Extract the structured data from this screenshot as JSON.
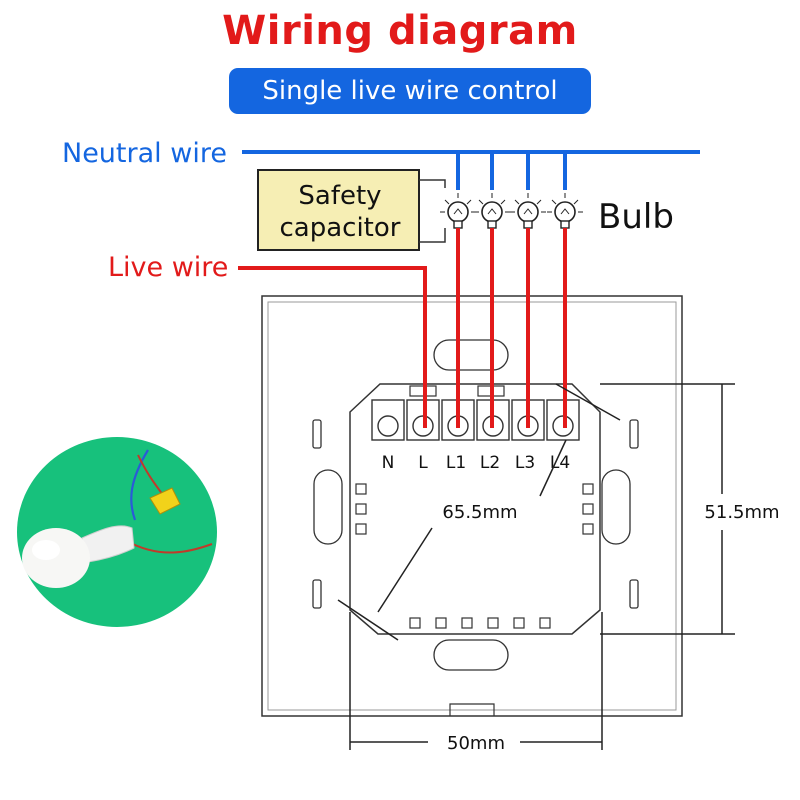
{
  "title": "Wiring diagram",
  "subtitle": "Single live wire control",
  "labels": {
    "neutral_wire": "Neutral wire",
    "live_wire": "Live wire",
    "safety_capacitor_line1": "Safety",
    "safety_capacitor_line2": "capacitor",
    "bulb": "Bulb"
  },
  "terminals": [
    "N",
    "L",
    "L1",
    "L2",
    "L3",
    "L4"
  ],
  "dimensions": {
    "diagonal": "65.5mm",
    "height": "51.5mm",
    "width": "50mm"
  },
  "colors": {
    "title": "#e21a1a",
    "neutral": "#1466e0",
    "live": "#e21a1a",
    "capacitor_fill": "#f6eeb4",
    "photo_bg": "#17c17c"
  }
}
